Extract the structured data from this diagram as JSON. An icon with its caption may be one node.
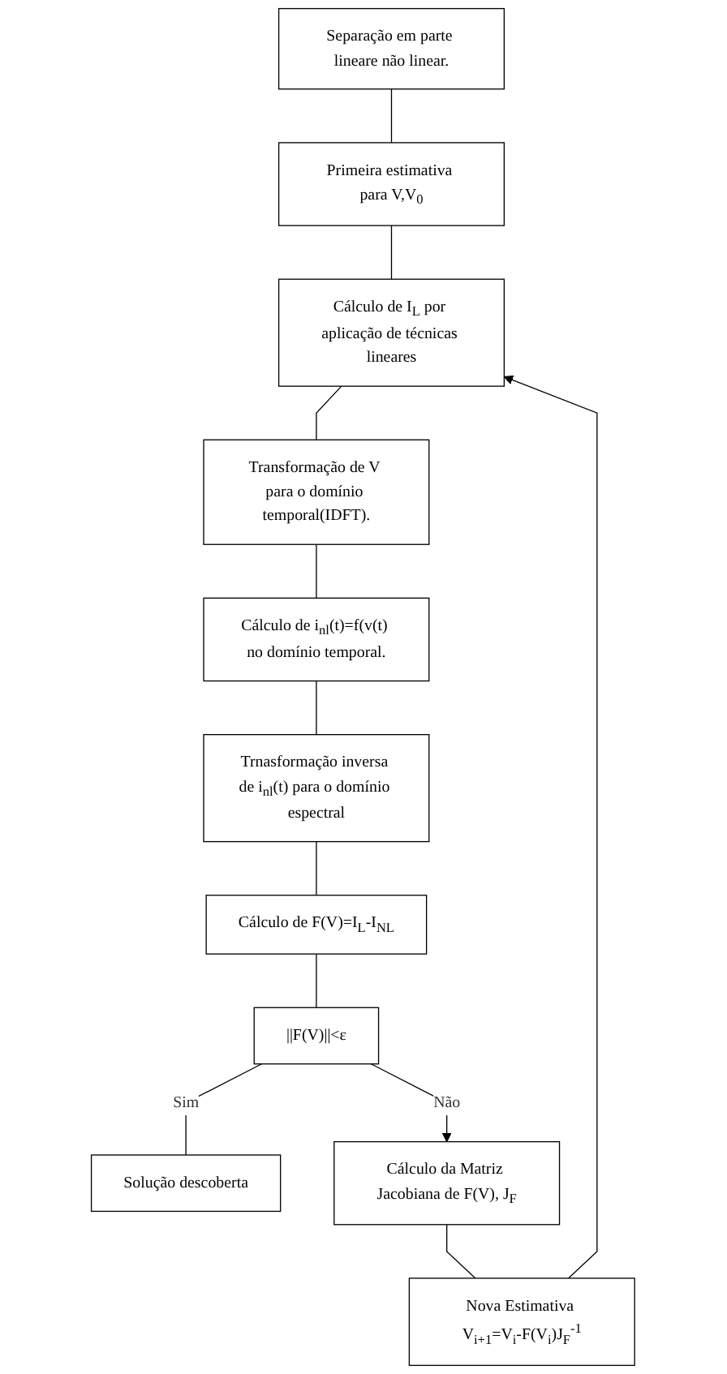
{
  "diagram": {
    "nodes": [
      {
        "text": [
          "Separação em parte lineare não linear."
        ]
      },
      {
        "text": [
          "Primeira estimativa para V,V$_{0}$"
        ]
      },
      {
        "text": [
          "Cálculo de I$_{L}$ por aplicação de técnicas lineares"
        ]
      },
      {
        "text": [
          "Transformação de V para o domínio temporal(IDFT)."
        ]
      },
      {
        "text": [
          "Cálculo de i$_{nl}$(t)=f(v(t) no domínio temporal."
        ]
      },
      {
        "text": [
          "Trnasformação inversa de i$_{nl}$(t) para o domínio espectral"
        ]
      },
      {
        "text": [
          "Cálculo de F(V)=I$_{L}$-I$_{NL}$"
        ]
      },
      {
        "text": [
          "||F(V)||<ε"
        ]
      },
      {
        "text": [
          "Solução descoberta"
        ]
      },
      {
        "text": [
          "Nova Estimativa V$_{i+1}$=V$_{i}$-F(V$_{i}$)J$_{F}$$^{-1}$"
        ]
      },
      {
        "text": [
          "Cálculo da Matriz Jacobiana de F(V), J$_{F}$"
        ]
      }
    ],
    "edges": [
      {
        "from": 0,
        "to": 1,
        "arrow": "none"
      },
      {
        "from": 1,
        "to": 2,
        "arrow": "none"
      },
      {
        "from": 2,
        "to": 3,
        "arrow": "none"
      },
      {
        "from": 3,
        "to": 4,
        "arrow": "none"
      },
      {
        "from": 4,
        "to": 5,
        "arrow": "none"
      },
      {
        "from": 5,
        "to": 6,
        "arrow": "none"
      },
      {
        "from": 6,
        "to": 7,
        "arrow": "none"
      },
      {
        "from": 7,
        "to": 8,
        "arrow": "none",
        "label": "Sim"
      },
      {
        "from": 7,
        "to": 10,
        "arrow": "to",
        "label": "Não"
      },
      {
        "from": 10,
        "to": 9,
        "arrow": "none"
      },
      {
        "from": 9,
        "to": 2,
        "arrow": "to"
      }
    ]
  }
}
